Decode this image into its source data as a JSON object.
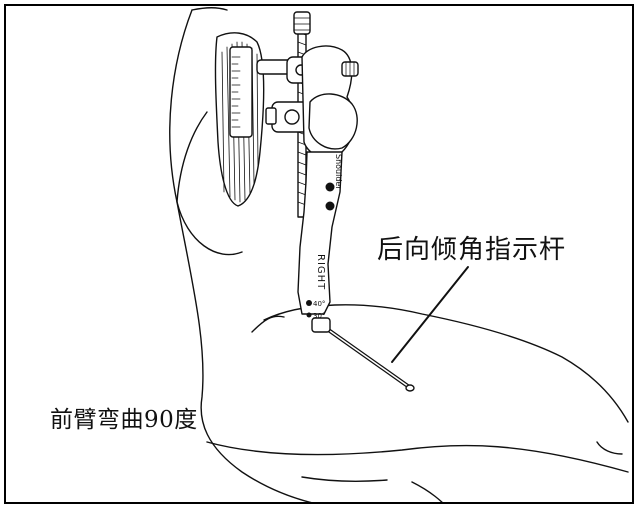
{
  "labels": {
    "posterior_tilt_indicator": "后向倾角指示杆",
    "forearm_flexed": "前臂弯曲90度"
  },
  "device_marks": {
    "arm_text_1": "Shoulder",
    "arm_text_2": "RIGHT",
    "angle_1": "40°",
    "angle_2": "30°"
  },
  "colors": {
    "line": "#111111",
    "background": "#ffffff"
  }
}
